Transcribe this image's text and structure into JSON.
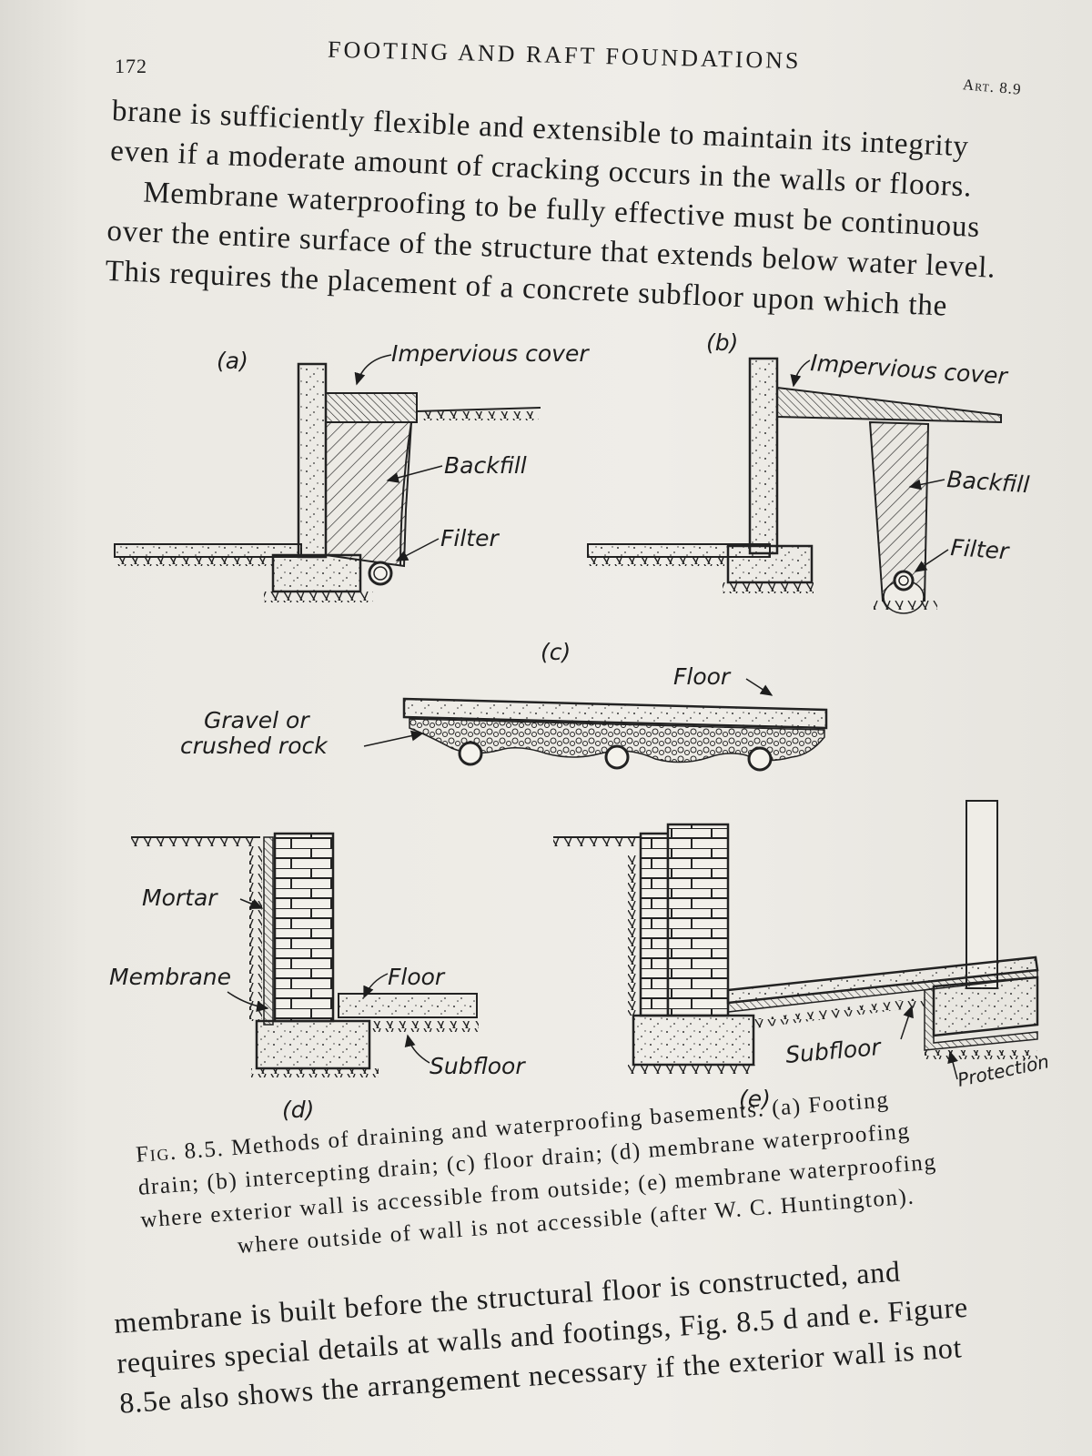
{
  "header": {
    "page_number": "172",
    "running_title": "FOOTING AND RAFT FOUNDATIONS",
    "article": "Art. 8.9"
  },
  "paragraph_top": {
    "lines": [
      "brane is sufficiently flexible and extensible to maintain its integrity",
      "even if a moderate amount of cracking occurs in the walls or floors.",
      "   Membrane waterproofing to be fully effective must be continuous",
      "over the entire surface of the structure that extends below water level.",
      "This requires the placement of a concrete subfloor upon which the"
    ]
  },
  "figure": {
    "panel_a": {
      "letter": "(a)",
      "impervious_cover": "Impervious cover",
      "backfill": "Backfill",
      "filter": "Filter"
    },
    "panel_b": {
      "letter": "(b)",
      "impervious_cover": "Impervious cover",
      "backfill": "Backfill",
      "filter": "Filter"
    },
    "panel_c": {
      "letter": "(c)",
      "floor": "Floor",
      "gravel_1": "Gravel or",
      "gravel_2": "crushed rock"
    },
    "panel_d": {
      "letter": "(d)",
      "mortar": "Mortar",
      "membrane": "Membrane",
      "floor": "Floor",
      "subfloor": "Subfloor"
    },
    "panel_e": {
      "letter": "(e)",
      "subfloor": "Subfloor",
      "protection": "Protection"
    }
  },
  "caption": {
    "label": "Fig. 8.5.",
    "lines": [
      "Methods of draining and waterproofing basements. (a) Footing",
      "drain; (b) intercepting drain; (c) floor drain; (d) membrane waterproofing",
      "where exterior wall is accessible from outside; (e) membrane waterproofing",
      "where outside of wall is not accessible (after W. C. Huntington)."
    ]
  },
  "paragraph_bottom": {
    "lines": [
      "membrane is built before the structural floor is constructed, and",
      "requires special details at walls and footings, Fig. 8.5 d and e. Figure",
      "8.5e also shows the arrangement necessary if the exterior wall is not"
    ]
  }
}
